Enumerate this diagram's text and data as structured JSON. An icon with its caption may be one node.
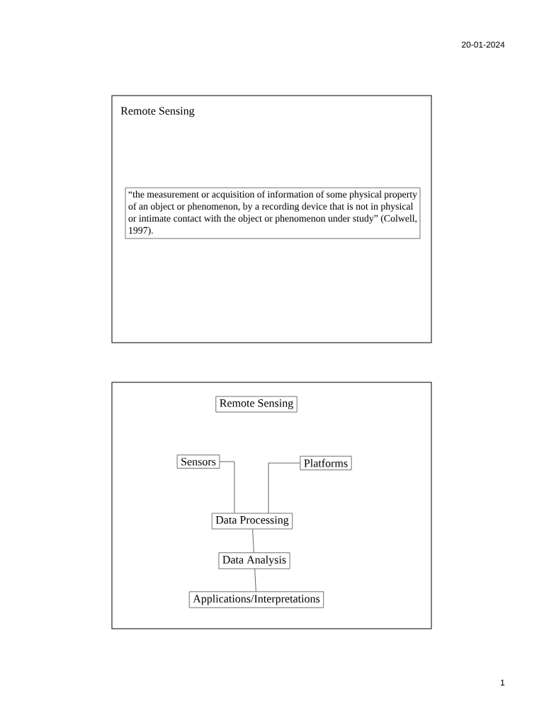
{
  "diagram": {
    "nodes": [
      {
        "text": [
          "Remote Sensing"
        ]
      },
      {
        "text": [
          "“the measurement or acquisition of information of some physical property of an object or phenomenon, by a recording device that is not in physical or intimate contact with the object or phenomenon under study” (Colwell, 1997)."
        ],
        "in": 0
      },
      {
        "text": [],
        "shape": "box"
      },
      {
        "text": [
          "Remote Sensing"
        ],
        "in": 2
      },
      {
        "text": [
          "Sensors"
        ],
        "in": 2
      },
      {
        "text": [
          "Platforms"
        ],
        "in": 2
      },
      {
        "text": [
          "Data Processing"
        ],
        "in": 2
      },
      {
        "text": [
          "Data Analysis"
        ],
        "in": 2
      },
      {
        "text": [
          "Applications/Interpretations"
        ],
        "in": 2
      }
    ],
    "edges": [
      {
        "from": 4,
        "to": 6,
        "arrow": "none"
      },
      {
        "from": 5,
        "to": 6,
        "arrow": "none"
      },
      {
        "from": 6,
        "to": 7,
        "arrow": "none"
      },
      {
        "from": 7,
        "to": 8,
        "arrow": "none"
      }
    ],
    "labels": [
      "20-01-2024",
      "1"
    ]
  }
}
